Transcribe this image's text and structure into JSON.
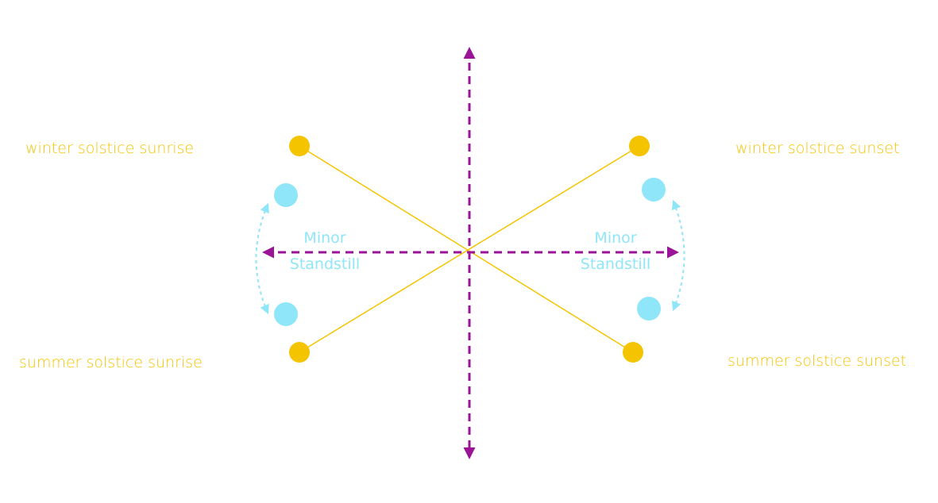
{
  "labels": {
    "winter_sunrise": "winter solstice sunrise",
    "winter_sunset": "winter solstice sunset",
    "summer_sunrise": "summer solstice sunrise",
    "summer_sunset": "summer solstice sunset",
    "standstill_left_line1": "Minor",
    "standstill_left_line2": "Standstill",
    "standstill_right_line1": "Minor",
    "standstill_right_line2": "Standstill"
  },
  "colors": {
    "solstice": "#f5c400",
    "solstice_text": "#f5c400",
    "standstill": "#8fe6f8",
    "standstill_text": "#8fe6f8",
    "axis": "#9b1397",
    "background": "#ffffff"
  }
}
